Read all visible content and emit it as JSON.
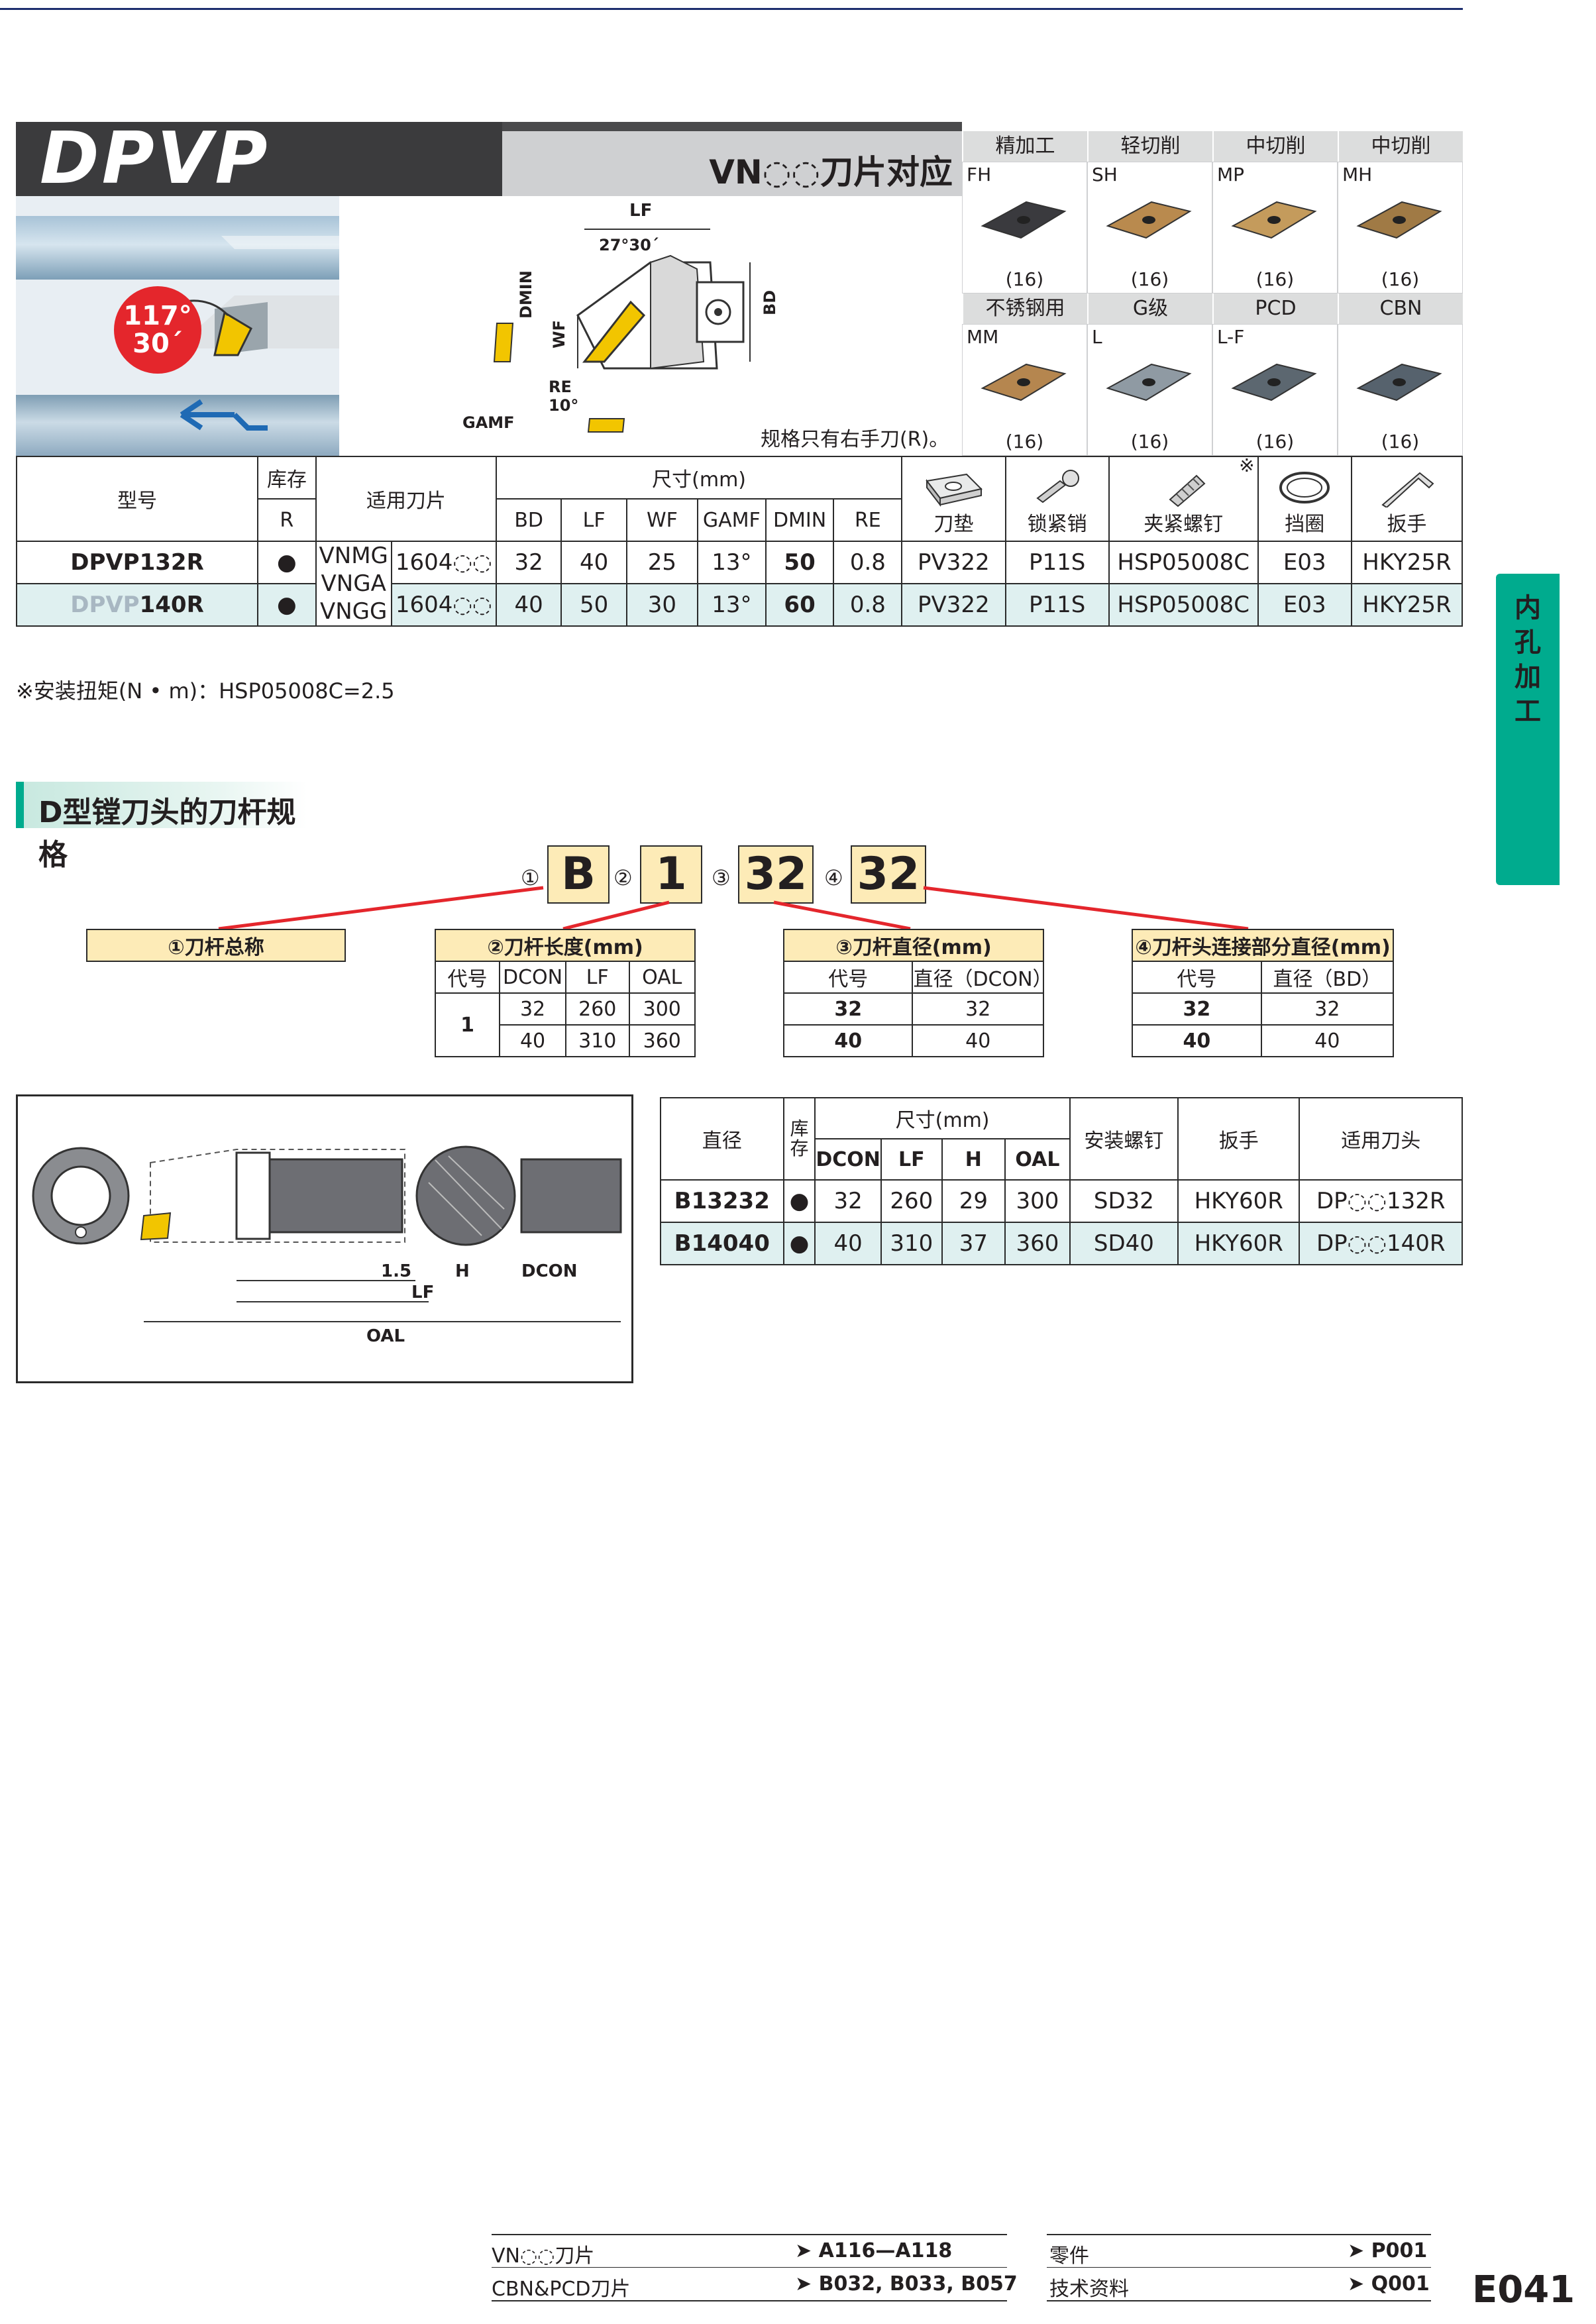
{
  "header": {
    "logo": "DPVP",
    "subtitle": "VN◌◌刀片对应",
    "angle": "117°\n30´",
    "angle_top": "117°",
    "angle_bottom": "30´",
    "spec_note": "规格只有右手刀(R)。",
    "diagram_labels": {
      "lf": "LF",
      "angle": "27°30´",
      "dmin": "DMIN",
      "wf": "WF",
      "bd": "BD",
      "re": "RE",
      "ten": "10°",
      "gamf": "GAMF"
    }
  },
  "inserts": [
    {
      "head": "精加工",
      "code": "FH",
      "count": "(16)",
      "color": "#3a3a3e"
    },
    {
      "head": "轻切削",
      "code": "SH",
      "count": "(16)",
      "color": "#b98a4e"
    },
    {
      "head": "中切削",
      "code": "MP",
      "count": "(16)",
      "color": "#c49b5c"
    },
    {
      "head": "中切削",
      "code": "MH",
      "count": "(16)",
      "color": "#a07a45"
    },
    {
      "head": "不锈钢用",
      "code": "MM",
      "count": "(16)",
      "color": "#b5864f"
    },
    {
      "head": "G级",
      "code": "L",
      "count": "(16)",
      "color": "#8f9aa3"
    },
    {
      "head": "PCD",
      "code": "L-F",
      "count": "(16)",
      "color": "#5c6770"
    },
    {
      "head": "CBN",
      "code": "",
      "count": "(16)",
      "color": "#56626d"
    }
  ],
  "main_table": {
    "h_model": "型号",
    "h_stock": "库存",
    "h_stock_r": "R",
    "h_insert": "适用刀片",
    "h_dims": "尺寸(mm)",
    "dims": [
      "BD",
      "LF",
      "WF",
      "GAMF",
      "DMIN",
      "RE"
    ],
    "acc_mark": "※",
    "acc": [
      "刀垫",
      "锁紧销",
      "夹紧螺钉",
      "挡圈",
      "扳手"
    ],
    "insert_names": [
      "VNMG",
      "VNGA",
      "VNGG"
    ],
    "rows": [
      {
        "model": "DPVP132R",
        "model_pre": "",
        "model_post": "",
        "stock": "●",
        "size": "1604◌◌",
        "bd": "32",
        "lf": "40",
        "wf": "25",
        "gamf": "13°",
        "dmin": "50",
        "re": "0.8",
        "shim": "PV322",
        "pin": "P11S",
        "screw": "HSP05008C",
        "ring": "E03",
        "wrench": "HKY25R"
      },
      {
        "model": "",
        "model_pre": "DPVP",
        "model_post": "140R",
        "stock": "●",
        "size": "1604◌◌",
        "bd": "40",
        "lf": "50",
        "wf": "30",
        "gamf": "13°",
        "dmin": "60",
        "re": "0.8",
        "shim": "PV322",
        "pin": "P11S",
        "screw": "HSP05008C",
        "ring": "E03",
        "wrench": "HKY25R"
      }
    ],
    "note": "※安装扭矩(N • m)：HSP05008C=2.5"
  },
  "side_tab": [
    "内",
    "孔",
    "加",
    "工"
  ],
  "section": {
    "title": "D型镗刀头的刀杆规格",
    "code": [
      {
        "num": "①",
        "val": "B"
      },
      {
        "num": "②",
        "val": "1"
      },
      {
        "num": "③",
        "val": "32"
      },
      {
        "num": "④",
        "val": "32"
      }
    ],
    "t1": {
      "caption": "①刀杆总称"
    },
    "t2": {
      "caption": "②刀杆长度(mm)",
      "h": [
        "代号",
        "DCON",
        "LF",
        "OAL"
      ],
      "code": "1",
      "rows": [
        [
          "32",
          "260",
          "300"
        ],
        [
          "40",
          "310",
          "360"
        ]
      ]
    },
    "t3": {
      "caption": "③刀杆直径(mm)",
      "h": [
        "代号",
        "直径（DCON）"
      ],
      "rows": [
        [
          "32",
          "32"
        ],
        [
          "40",
          "40"
        ]
      ]
    },
    "t4": {
      "caption": "④刀杆头连接部分直径(mm)",
      "h": [
        "代号",
        "直径（BD）"
      ],
      "rows": [
        [
          "32",
          "32"
        ],
        [
          "40",
          "40"
        ]
      ]
    }
  },
  "lower_diagram": {
    "l15": "1.5",
    "h": "H",
    "dcon": "DCON",
    "lf": "LF",
    "oal": "OAL"
  },
  "lower_table": {
    "h_dia": "直径",
    "h_stock": "库存",
    "h_dims": "尺寸(mm)",
    "dims": [
      "DCON",
      "LF",
      "H",
      "OAL"
    ],
    "h_screw": "安装螺钉",
    "h_wrench": "扳手",
    "h_head": "适用刀头",
    "rows": [
      {
        "dia": "B13232",
        "stock": "●",
        "dcon": "32",
        "lf": "260",
        "h": "29",
        "oal": "300",
        "screw": "SD32",
        "wrench": "HKY60R",
        "head": "DP◌◌132R"
      },
      {
        "dia": "B14040",
        "stock": "●",
        "dcon": "40",
        "lf": "310",
        "h": "37",
        "oal": "360",
        "screw": "SD40",
        "wrench": "HKY60R",
        "head": "DP◌◌140R"
      }
    ]
  },
  "footer": {
    "refs": [
      {
        "label": "VN◌◌刀片",
        "page": "A116—A118"
      },
      {
        "label": "CBN&PCD刀片",
        "page": "B032, B033, B057"
      },
      {
        "label": "零件",
        "page": "P001"
      },
      {
        "label": "技术资料",
        "page": "Q001"
      }
    ],
    "page_number": "E041"
  },
  "colors": {
    "accent_teal": "#00ab8e",
    "insert_yellow": "#fdebb7",
    "dmin_pink": "#f4c6dc",
    "row_teal": "#dff0f0",
    "badge_red": "#e4262c"
  }
}
